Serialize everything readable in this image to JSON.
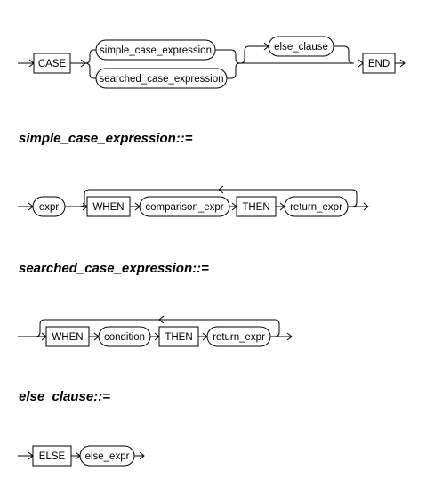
{
  "diagrams": {
    "case": {
      "keyword_case": "CASE",
      "simple_case_expression": "simple_case_expression",
      "searched_case_expression": "searched_case_expression",
      "else_clause": "else_clause",
      "keyword_end": "END"
    },
    "simple": {
      "heading": "simple_case_expression::=",
      "expr": "expr",
      "keyword_when": "WHEN",
      "comparison_expr": "comparison_expr",
      "keyword_then": "THEN",
      "return_expr": "return_expr"
    },
    "searched": {
      "heading": "searched_case_expression::=",
      "keyword_when": "WHEN",
      "condition": "condition",
      "keyword_then": "THEN",
      "return_expr": "return_expr"
    },
    "else": {
      "heading": "else_clause::=",
      "keyword_else": "ELSE",
      "else_expr": "else_expr"
    }
  }
}
